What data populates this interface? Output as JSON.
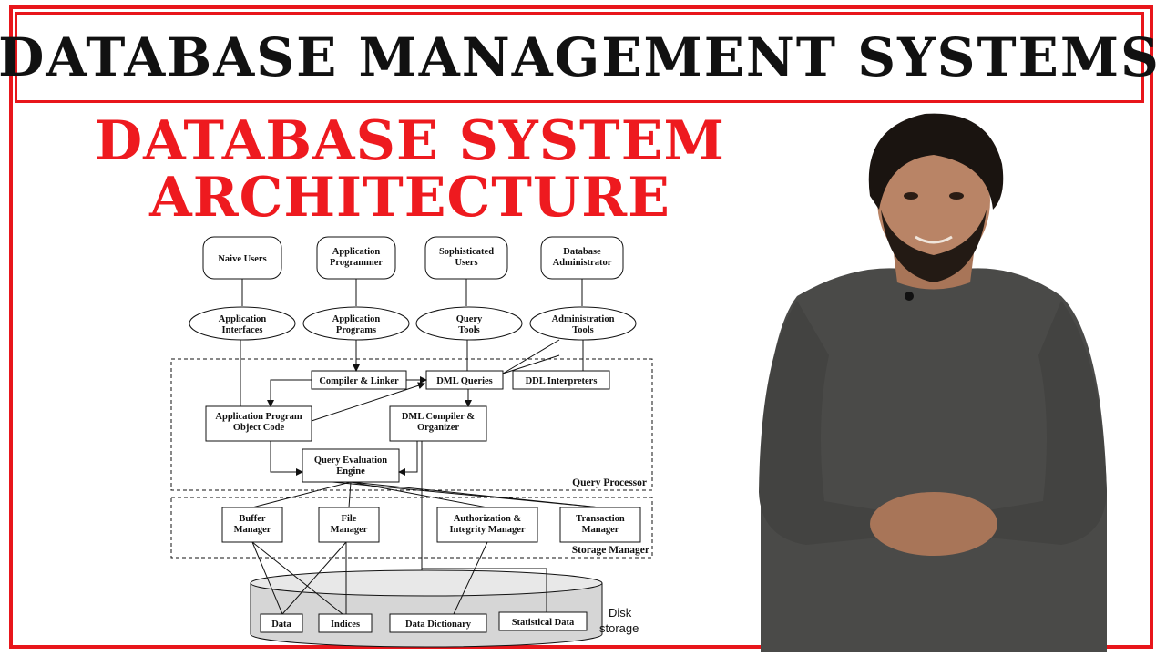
{
  "banner": {
    "title": "DATABASE MANAGEMENT SYSTEMS"
  },
  "heading": {
    "line1": "DATABASE SYSTEM",
    "line2": "ARCHITECTURE"
  },
  "users": {
    "naive": [
      "Naive Users"
    ],
    "app_programmer": [
      "Application",
      "Programmer"
    ],
    "sophisticated": [
      "Sophisticated",
      "Users"
    ],
    "dba": [
      "Database",
      "Administrator"
    ]
  },
  "interfaces": {
    "app_interfaces": [
      "Application",
      "Interfaces"
    ],
    "app_programs": [
      "Application",
      "Programs"
    ],
    "query_tools": [
      "Query",
      "Tools"
    ],
    "admin_tools": [
      "Administration",
      "Tools"
    ]
  },
  "query_processor": {
    "label": "Query Processor",
    "compiler_linker": "Compiler & Linker",
    "dml_queries": "DML Queries",
    "ddl_interpreters": "DDL Interpreters",
    "app_object_code": [
      "Application Program",
      "Object Code"
    ],
    "dml_compiler": [
      "DML Compiler &",
      "Organizer"
    ],
    "query_engine": [
      "Query Evaluation",
      "Engine"
    ]
  },
  "storage_manager": {
    "label": "Storage Manager",
    "buffer": [
      "Buffer",
      "Manager"
    ],
    "file": [
      "File",
      "Manager"
    ],
    "auth": [
      "Authorization &",
      "Integrity Manager"
    ],
    "transaction": [
      "Transaction",
      "Manager"
    ]
  },
  "disk": {
    "label": [
      "Disk",
      "storage"
    ],
    "data": "Data",
    "indices": "Indices",
    "data_dictionary": "Data Dictionary",
    "statistical": "Statistical Data"
  },
  "colors": {
    "accent": "#e8161b",
    "heading": "#ee1a1f",
    "shirt": "#4a4a48",
    "hair": "#1a1410",
    "skin": "#b98466"
  }
}
